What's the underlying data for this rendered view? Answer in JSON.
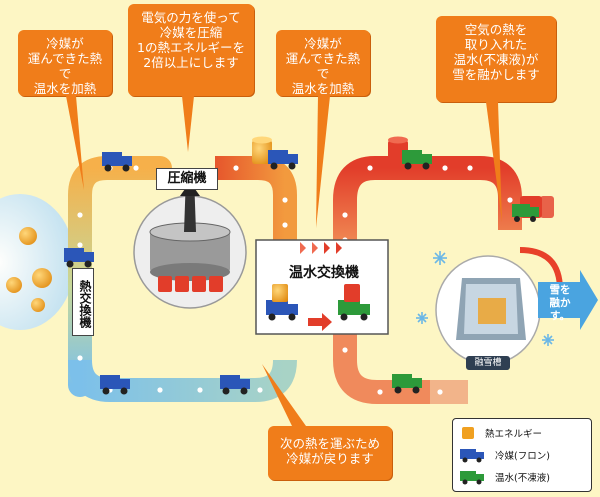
{
  "callouts": {
    "left": "冷媒が\n運んできた熱で\n温水を加熱",
    "top_center": "電気の力を使って\n冷媒を圧縮\n1の熱エネルギーを\n2倍以上にします",
    "mid": "冷媒が\n運んできた熱で\n温水を加熱",
    "right": "空気の熱を\n取り入れた\n温水(不凍液)が\n雪を融かします",
    "bottom": "次の熱を運ぶため\n冷媒が戻ります"
  },
  "labels": {
    "compressor": "圧縮機",
    "heat_exchanger": "熱交換機",
    "water_exchanger": "温水交換機",
    "snow_melt": "雪を\n融かす。",
    "melt_tank": "融雪槽"
  },
  "legend": {
    "heat_energy": "熱エネルギー",
    "refrigerant": "冷媒(フロン)",
    "hot_water": "温水(不凍液)"
  },
  "colors": {
    "background": "#fdf6c4",
    "callout": "#f07d1a",
    "refrigerant_warm": "#f3a440",
    "refrigerant_cool": "#7cc0ea",
    "hot_water": "#e8412a",
    "truck_blue": "#2b56b8",
    "truck_green": "#2d9a3a",
    "heat_drum": "#f0a020"
  }
}
